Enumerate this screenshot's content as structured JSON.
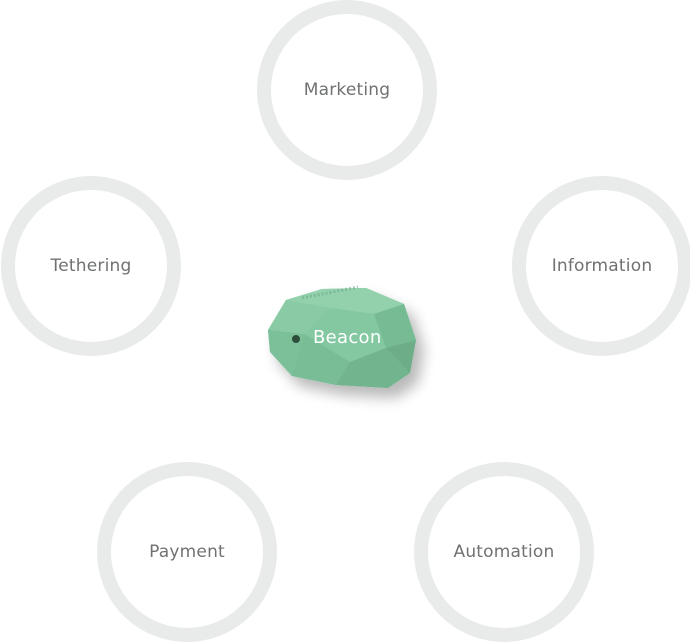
{
  "center": {
    "label": "Beacon",
    "color": "#82c79f"
  },
  "nodes": [
    {
      "label": "Marketing"
    },
    {
      "label": "Tethering"
    },
    {
      "label": "Information"
    },
    {
      "label": "Payment"
    },
    {
      "label": "Automation"
    }
  ],
  "colors": {
    "ring": "#e9eaea",
    "label_text": "#6f7172",
    "center_text": "#ffffff"
  }
}
